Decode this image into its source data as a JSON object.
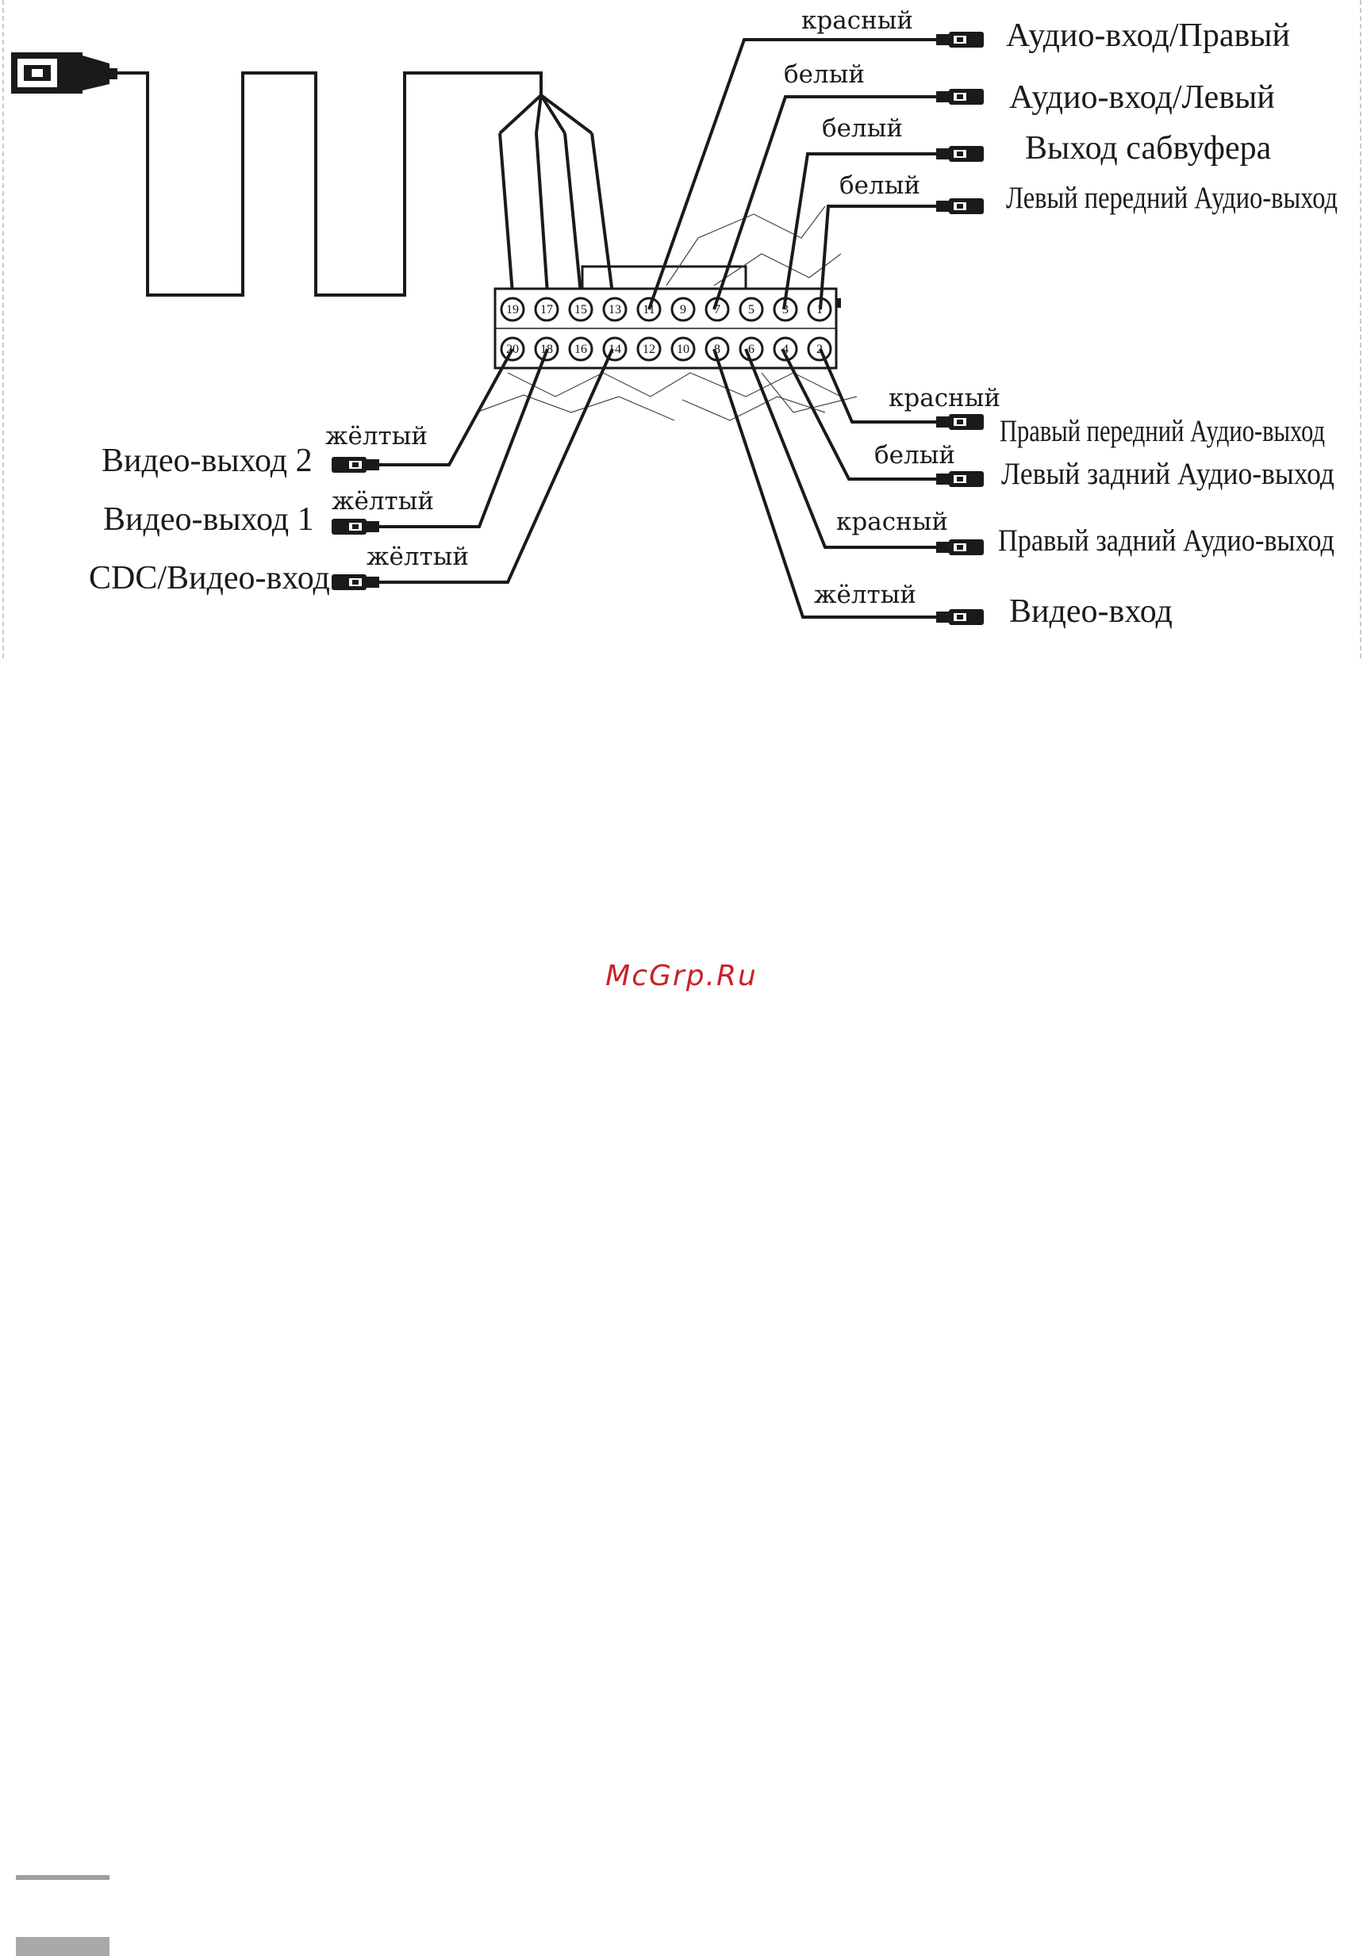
{
  "colors": {
    "ink": "#1a1a1a",
    "watermark": "#c8222a",
    "frame": "#c8c8c8"
  },
  "connector": {
    "top_pins": [
      "19",
      "17",
      "15",
      "13",
      "11",
      "9",
      "7",
      "5",
      "3",
      "1"
    ],
    "bottom_pins": [
      "20",
      "18",
      "16",
      "14",
      "12",
      "10",
      "8",
      "6",
      "4",
      "2"
    ]
  },
  "cables": [
    {
      "label": "Аудио-вход/Правый",
      "color": "красный",
      "side": "right"
    },
    {
      "label": "Аудио-вход/Левый",
      "color": "белый",
      "side": "right"
    },
    {
      "label": "Выход сабвуфера",
      "color": "белый",
      "side": "right"
    },
    {
      "label": "Левый передний Аудио-выход",
      "color": "белый",
      "side": "right"
    },
    {
      "label": "Правый передний Аудио-выход",
      "color": "красный",
      "side": "right"
    },
    {
      "label": "Левый задний Аудио-выход",
      "color": "белый",
      "side": "right"
    },
    {
      "label": "Правый задний Аудио-выход",
      "color": "красный",
      "side": "right"
    },
    {
      "label": "Видео-вход",
      "color": "жёлтый",
      "side": "right"
    },
    {
      "label": "Видео-выход 2",
      "color": "жёлтый",
      "side": "left"
    },
    {
      "label": "Видео-выход 1",
      "color": "жёлтый",
      "side": "left"
    },
    {
      "label": "CDC/Видео-вход",
      "color": "жёлтый",
      "side": "left"
    }
  ],
  "watermark": "McGrp.Ru"
}
